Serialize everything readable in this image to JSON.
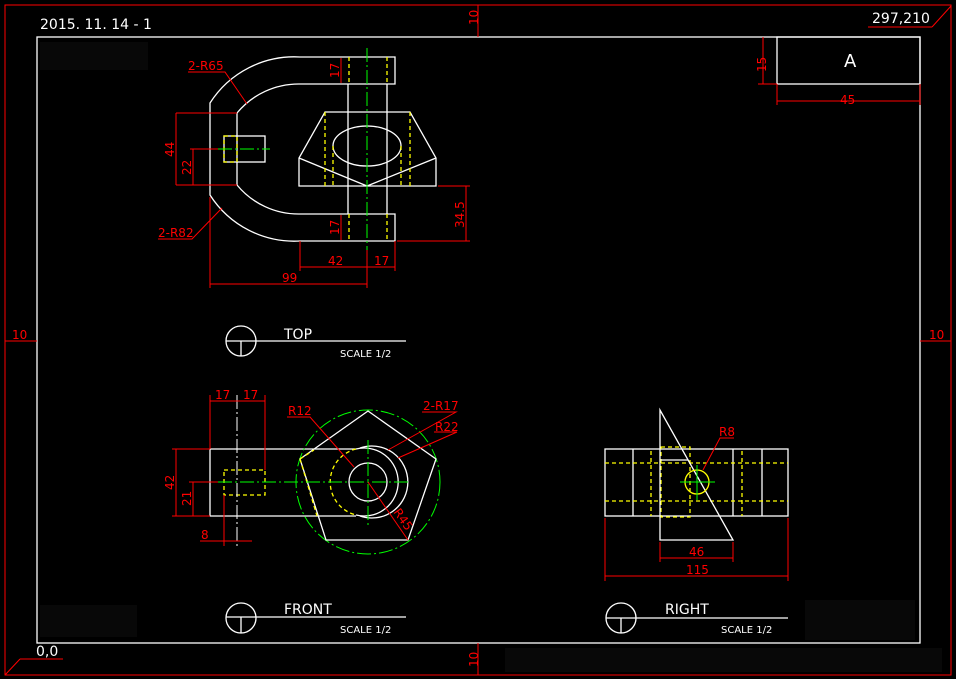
{
  "sheet": {
    "revision": "2015. 11. 14 - 1",
    "origin_label": "0,0",
    "size_label": "297,210",
    "margin_top": "10",
    "margin_bottom": "10",
    "margin_left": "10",
    "margin_right": "10"
  },
  "title_block": {
    "letter": "A",
    "height_dim": "15",
    "width_dim": "45"
  },
  "views": {
    "top": {
      "title": "TOP",
      "scale": "SCALE 1/2",
      "dims": {
        "r65": "2-R65",
        "r82": "2-R82",
        "d44": "44",
        "d22": "22",
        "d17a": "17",
        "d17b": "17",
        "d345": "34.5",
        "d42": "42",
        "d17c": "17",
        "d99": "99"
      }
    },
    "front": {
      "title": "FRONT",
      "scale": "SCALE 1/2",
      "dims": {
        "d17a": "17",
        "d17b": "17",
        "d42": "42",
        "d21": "21",
        "d8": "8",
        "r12": "R12",
        "r17": "2-R17",
        "r22": "R22",
        "r45": "R45"
      }
    },
    "right": {
      "title": "RIGHT",
      "scale": "SCALE 1/2",
      "dims": {
        "r8": "R8",
        "d46": "46",
        "d115": "115"
      }
    }
  },
  "colors": {
    "frame": "#ff0000",
    "outline": "#ffffff",
    "hidden": "#ffff00",
    "center": "#00ff00"
  }
}
